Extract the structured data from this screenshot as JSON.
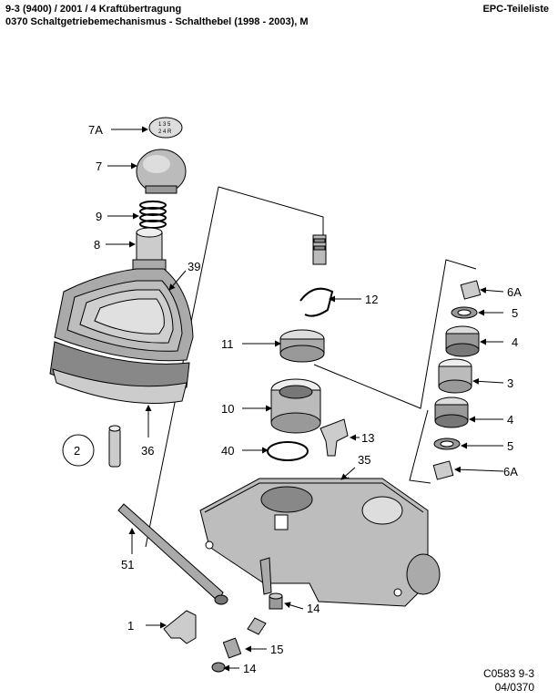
{
  "header": {
    "line1": "9-3 (9400) / 2001 / 4 Kraftübertragung",
    "line2": "0370 Schaltgetriebemechanismus - Schalthebel   (1998 - 2003), M",
    "right": "EPC-Teileliste"
  },
  "callouts": {
    "c7a": "7A",
    "c7": "7",
    "c9": "9",
    "c8": "8",
    "c39": "39",
    "c12": "12",
    "c11": "11",
    "c10": "10",
    "c40": "40",
    "c13": "13",
    "c35": "35",
    "c2": "2",
    "c36": "36",
    "c51": "51",
    "c1": "1",
    "c14a": "14",
    "c15": "15",
    "c14b": "14",
    "c6a_top": "6A",
    "c5_top": "5",
    "c4_top": "4",
    "c3": "3",
    "c4_bot": "4",
    "c5_bot": "5",
    "c6a_bot": "6A"
  },
  "footer": {
    "code": "C0583 9-3",
    "ref": "04/0370"
  }
}
